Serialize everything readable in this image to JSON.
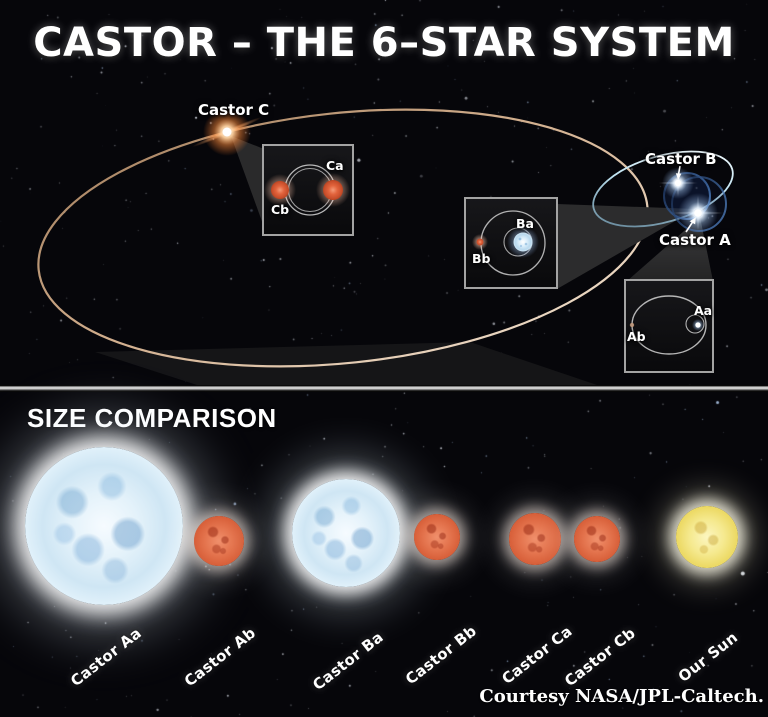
{
  "title": "CASTOR – THE 6–STAR SYSTEM",
  "top": {
    "star_c": {
      "label": "Castor C"
    },
    "star_b": {
      "label": "Castor B"
    },
    "star_a": {
      "label": "Castor A"
    },
    "inset_c": {
      "label_a": "Ca",
      "label_b": "Cb"
    },
    "inset_b": {
      "label_a": "Ba",
      "label_b": "Bb"
    },
    "inset_a": {
      "label_a": "Aa",
      "label_b": "Ab"
    }
  },
  "size_comparison": {
    "heading": "SIZE COMPARISON",
    "stars": [
      {
        "label": "Castor Aa",
        "type": "blue-white"
      },
      {
        "label": "Castor Ab",
        "type": "red-dwarf"
      },
      {
        "label": "Castor Ba",
        "type": "blue-white"
      },
      {
        "label": "Castor Bb",
        "type": "red-dwarf"
      },
      {
        "label": "Castor Ca",
        "type": "red-dwarf"
      },
      {
        "label": "Castor Cb",
        "type": "red-dwarf"
      },
      {
        "label": "Our Sun",
        "type": "sun"
      }
    ]
  },
  "credit": "Courtesy NASA/JPL-Caltech.",
  "colors": {
    "background": "#06060a",
    "wide_orbit_path": "#e6c3a1",
    "castor_b_orbit_path": "#bfe3f2",
    "castor_a_rings": "#2c4f8a",
    "red_star": "#e06a45",
    "blue_white_star": "#e4f2fa",
    "sun_star": "#f5e98e",
    "castor_c_glow": "#ff9944"
  }
}
